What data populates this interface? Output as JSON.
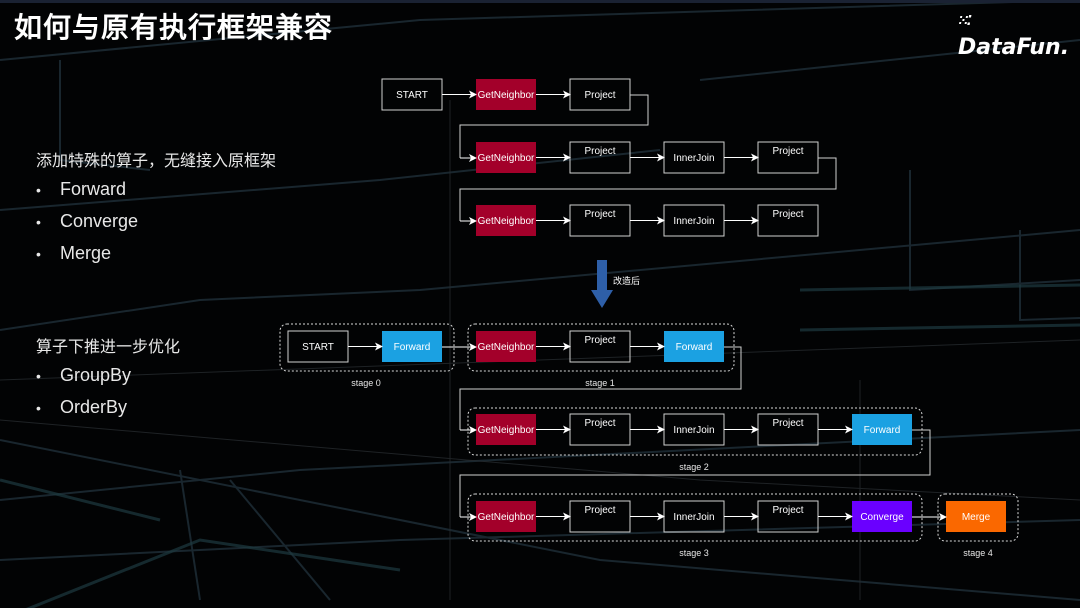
{
  "slide": {
    "title": "如何与原有执行框架兼容",
    "logo": {
      "text": "DataFun.",
      "icon": "dots-icon"
    }
  },
  "left_panel": {
    "section1": {
      "heading": "添加特殊的算子，无缝接入原框架",
      "bullets": [
        "Forward",
        "Converge",
        "Merge"
      ]
    },
    "section2": {
      "heading": "算子下推进一步优化",
      "bullets": [
        "GroupBy",
        "OrderBy"
      ]
    }
  },
  "colors": {
    "getneighbor": "#a3002a",
    "forward": "#1ba1e2",
    "converge": "#6a00ff",
    "merge": "#fa6800",
    "plain_border": "#d0d0d0",
    "arrow": "#ffffff",
    "transform_arrow": "#2e5fa8"
  },
  "before": {
    "rows": [
      [
        {
          "label": "START",
          "type": "plain"
        },
        {
          "label": "GetNeighbor",
          "type": "getneighbor"
        },
        {
          "label": "Project",
          "type": "plain"
        }
      ],
      [
        {
          "label": "GetNeighbor",
          "type": "getneighbor"
        },
        {
          "label": "Project",
          "type": "plain"
        },
        {
          "label": "InnerJoin",
          "type": "plain"
        },
        {
          "label": "Project",
          "type": "plain"
        }
      ],
      [
        {
          "label": "GetNeighbor",
          "type": "getneighbor"
        },
        {
          "label": "Project",
          "type": "plain"
        },
        {
          "label": "InnerJoin",
          "type": "plain"
        },
        {
          "label": "Project",
          "type": "plain"
        }
      ]
    ]
  },
  "transform": {
    "label": "改造后",
    "icon": "down-arrow-icon"
  },
  "after": {
    "stages": [
      {
        "label": "stage 0",
        "nodes": [
          {
            "label": "START",
            "type": "plain"
          },
          {
            "label": "Forward",
            "type": "forward"
          }
        ]
      },
      {
        "label": "stage 1",
        "nodes": [
          {
            "label": "GetNeighbor",
            "type": "getneighbor"
          },
          {
            "label": "Project",
            "type": "plain"
          },
          {
            "label": "Forward",
            "type": "forward"
          }
        ]
      },
      {
        "label": "stage 2",
        "nodes": [
          {
            "label": "GetNeighbor",
            "type": "getneighbor"
          },
          {
            "label": "Project",
            "type": "plain"
          },
          {
            "label": "InnerJoin",
            "type": "plain"
          },
          {
            "label": "Project",
            "type": "plain"
          },
          {
            "label": "Forward",
            "type": "forward"
          }
        ]
      },
      {
        "label": "stage 3",
        "nodes": [
          {
            "label": "GetNeighbor",
            "type": "getneighbor"
          },
          {
            "label": "Project",
            "type": "plain"
          },
          {
            "label": "InnerJoin",
            "type": "plain"
          },
          {
            "label": "Project",
            "type": "plain"
          },
          {
            "label": "Converge",
            "type": "converge"
          }
        ]
      },
      {
        "label": "stage 4",
        "nodes": [
          {
            "label": "Merge",
            "type": "merge"
          }
        ]
      }
    ]
  }
}
